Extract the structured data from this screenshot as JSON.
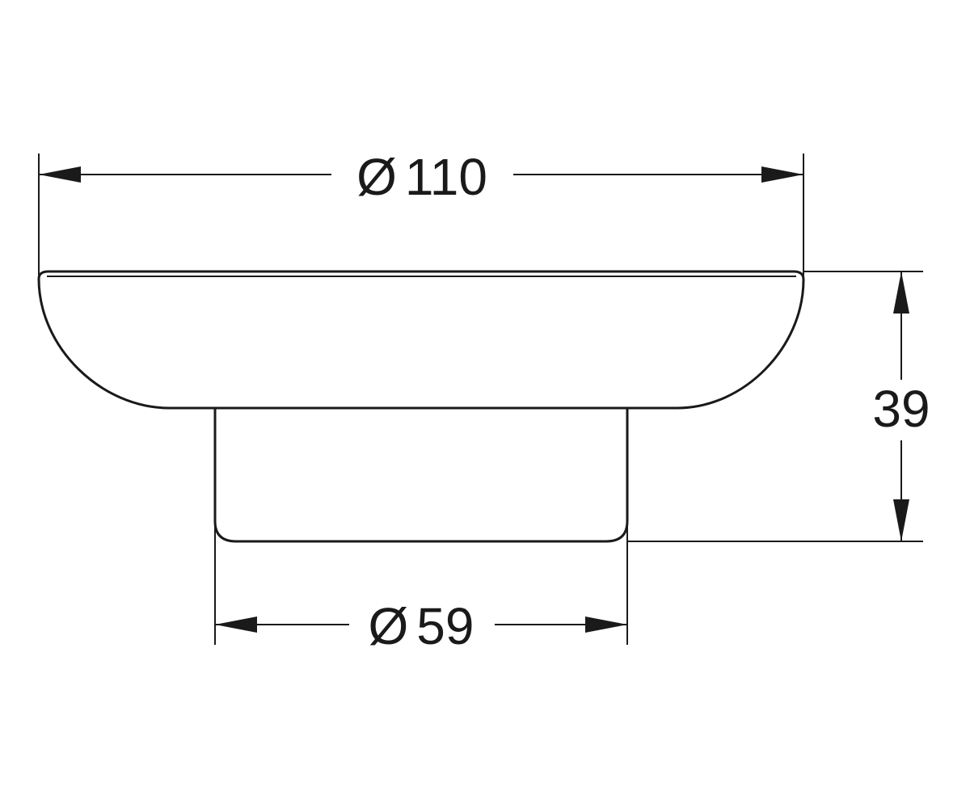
{
  "colors": {
    "line": "#1a1a1a",
    "background": "#ffffff"
  },
  "dimensions": {
    "top_diameter": {
      "symbol": "Ø",
      "value": "110"
    },
    "base_diameter": {
      "symbol": "Ø",
      "value": "59"
    },
    "height": {
      "value": "39"
    }
  }
}
